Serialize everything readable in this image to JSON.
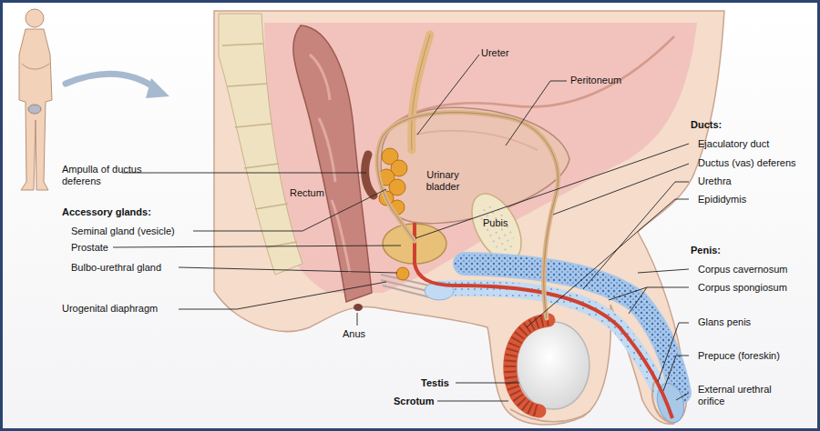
{
  "diagram": {
    "labels": [
      "Ureter",
      "Peritoneum",
      "Ducts:",
      "Ejaculatory duct",
      "Ductus (vas) deferens",
      "Urethra",
      "Epididymis",
      "Ampulla of ductus deferens",
      "Accessory glands:",
      "Seminal gland (vesicle)",
      "Prostate",
      "Bulbo-urethral gland",
      "Urogenital diaphragm",
      "Rectum",
      "Urinary bladder",
      "Pubis",
      "Anus",
      "Testis",
      "Scrotum",
      "Penis:",
      "Corpus cavernosum",
      "Corpus spongiosum",
      "Glans penis",
      "Prepuce (foreskin)",
      "External urethral orifice"
    ]
  }
}
